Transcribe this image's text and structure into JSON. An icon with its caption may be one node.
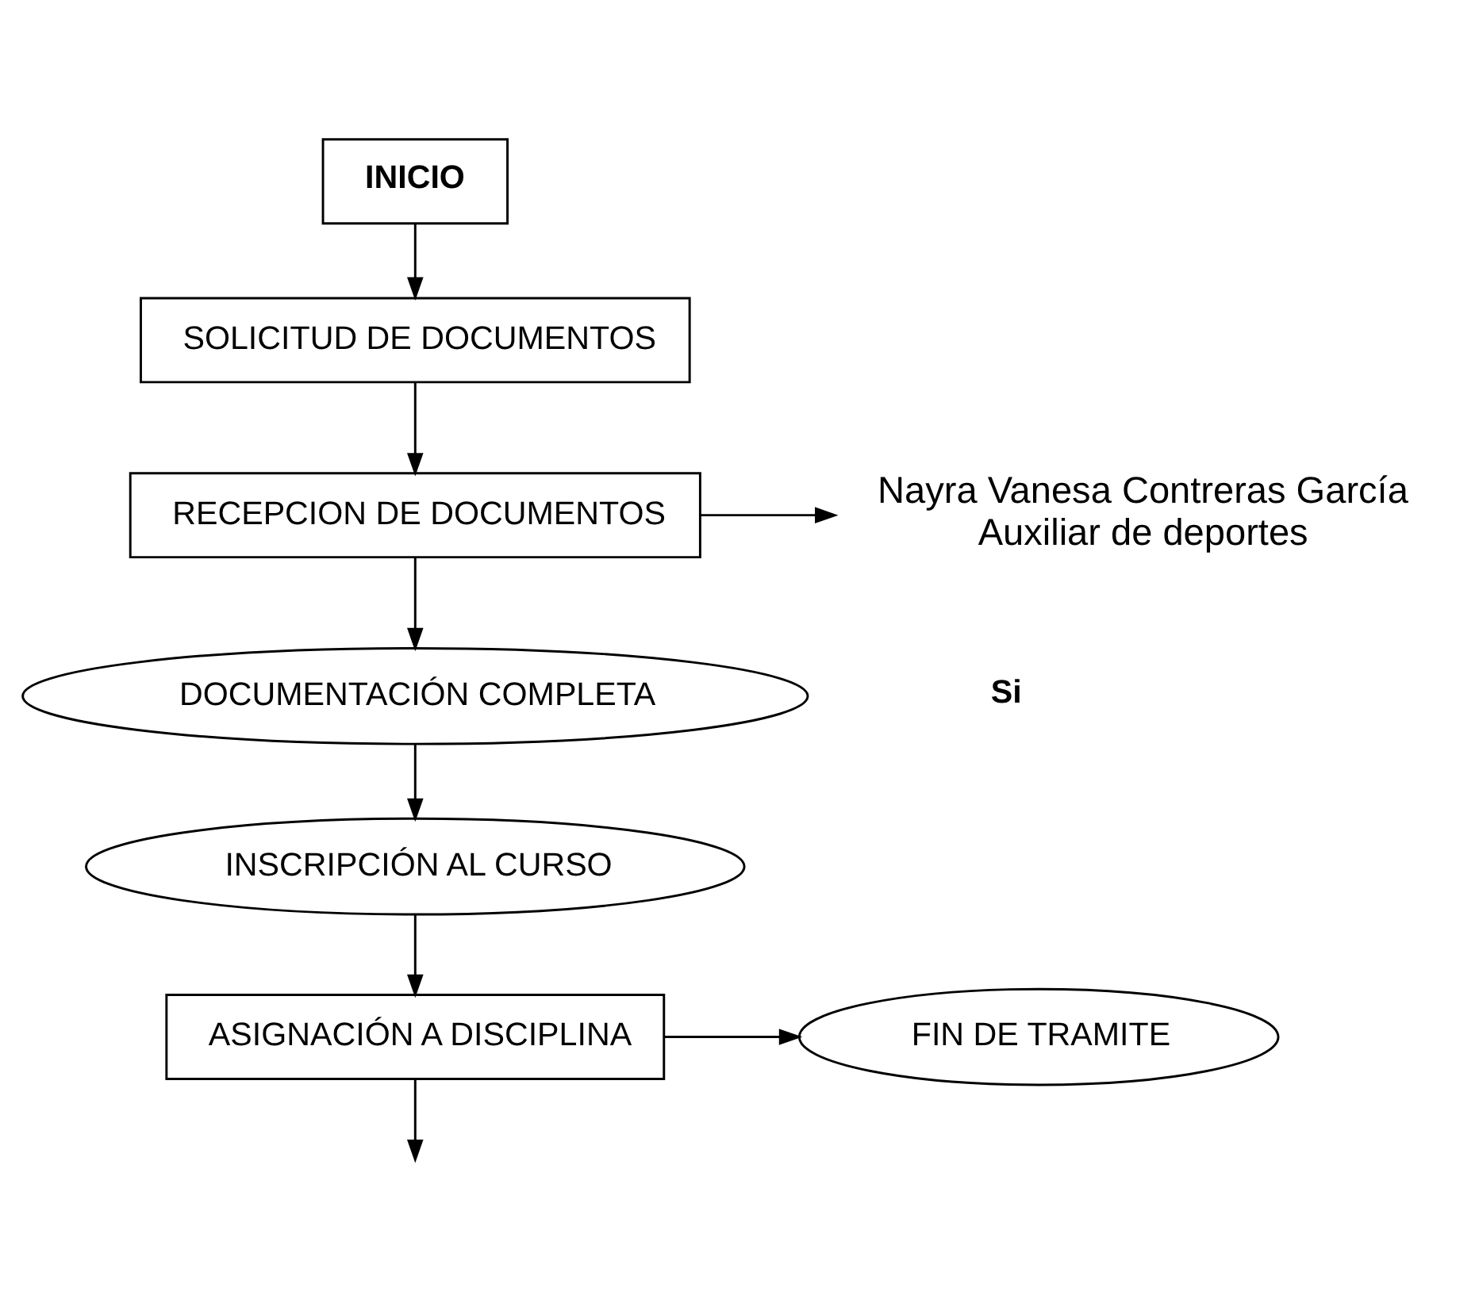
{
  "diagram": {
    "nodes": [
      {
        "text": [
          "INICIO"
        ]
      },
      {
        "text": [
          "SOLICITUD DE DOCUMENTOS"
        ]
      },
      {
        "text": [
          "RECEPCION DE DOCUMENTOS"
        ]
      },
      {
        "text": [
          "Nayra Vanesa Contreras García",
          "Auxiliar de deportes"
        ]
      },
      {
        "text": [
          "DOCUMENTACIÓN COMPLETA"
        ]
      },
      {
        "text": [
          "INSCRIPCIÓN AL CURSO"
        ]
      },
      {
        "text": [
          "ASIGNACIÓN A DISCIPLINA"
        ]
      },
      {
        "text": [
          "FIN DE TRAMITE"
        ]
      }
    ],
    "edges": [
      {
        "from": 0,
        "to": 1,
        "arrow": "to"
      },
      {
        "from": 1,
        "to": 2,
        "arrow": "to"
      },
      {
        "from": 2,
        "to": 3,
        "arrow": "to"
      },
      {
        "from": 2,
        "to": 4,
        "arrow": "to"
      },
      {
        "from": 4,
        "to": 5,
        "arrow": "to"
      },
      {
        "from": 5,
        "to": 6,
        "arrow": "to"
      },
      {
        "from": 6,
        "to": 7,
        "arrow": "to"
      },
      {
        "from": 6,
        "to": null,
        "arrow": "to"
      }
    ],
    "labels": [
      "Si"
    ]
  }
}
